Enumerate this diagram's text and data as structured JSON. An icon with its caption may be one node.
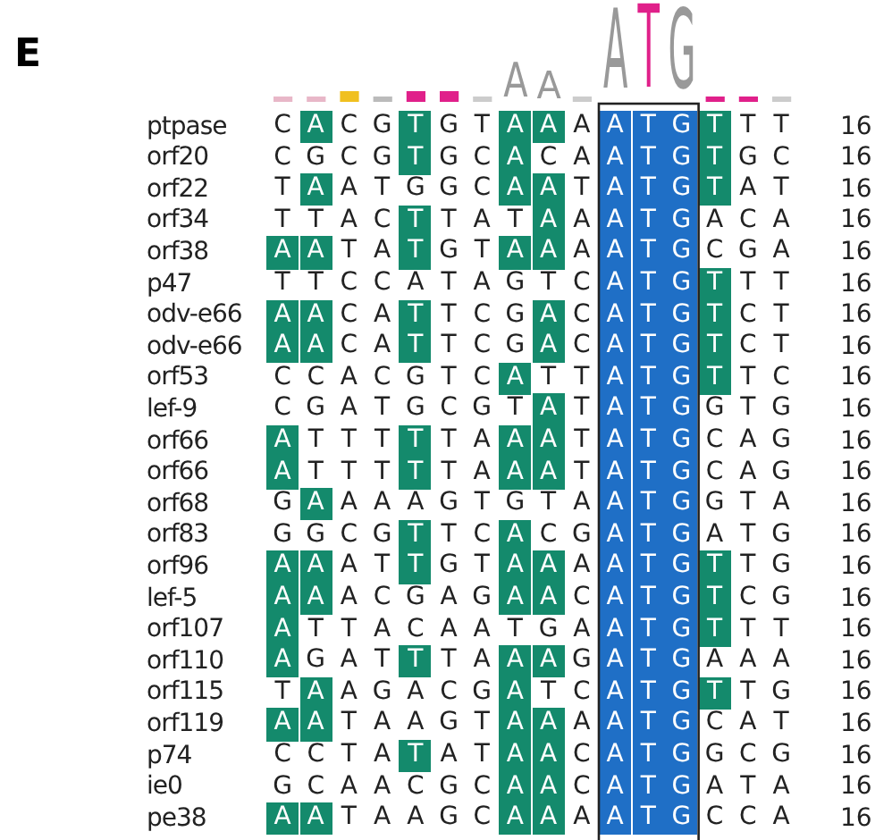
{
  "diagram": {
    "labels": [
      "E",
      "A",
      "A",
      "A",
      "T",
      "G",
      "ptpase",
      "C",
      "A",
      "C",
      "G",
      "T",
      "G",
      "T",
      "A",
      "A",
      "A",
      "A",
      "T",
      "G",
      "T",
      "T",
      "T",
      "16",
      "orf20",
      "C",
      "G",
      "C",
      "G",
      "T",
      "G",
      "C",
      "A",
      "C",
      "A",
      "A",
      "T",
      "G",
      "T",
      "G",
      "C",
      "16",
      "orf22",
      "T",
      "A",
      "A",
      "T",
      "G",
      "G",
      "C",
      "A",
      "A",
      "T",
      "A",
      "T",
      "G",
      "T",
      "A",
      "T",
      "16",
      "orf34",
      "T",
      "T",
      "A",
      "C",
      "T",
      "T",
      "A",
      "T",
      "A",
      "A",
      "A",
      "T",
      "G",
      "A",
      "C",
      "A",
      "16",
      "orf38",
      "A",
      "A",
      "T",
      "A",
      "T",
      "G",
      "T",
      "A",
      "A",
      "A",
      "A",
      "T",
      "G",
      "C",
      "G",
      "A",
      "16",
      "p47",
      "T",
      "T",
      "C",
      "C",
      "A",
      "T",
      "A",
      "G",
      "T",
      "C",
      "A",
      "T",
      "G",
      "T",
      "T",
      "T",
      "16",
      "odv-e66",
      "A",
      "A",
      "C",
      "A",
      "T",
      "T",
      "C",
      "G",
      "A",
      "C",
      "A",
      "T",
      "G",
      "T",
      "C",
      "T",
      "16",
      "odv-e66",
      "A",
      "A",
      "C",
      "A",
      "T",
      "T",
      "C",
      "G",
      "A",
      "C",
      "A",
      "T",
      "G",
      "T",
      "C",
      "T",
      "16",
      "orf53",
      "C",
      "C",
      "A",
      "C",
      "G",
      "T",
      "C",
      "A",
      "T",
      "T",
      "A",
      "T",
      "G",
      "T",
      "T",
      "C",
      "16",
      "lef-9",
      "C",
      "G",
      "A",
      "T",
      "G",
      "C",
      "G",
      "T",
      "A",
      "T",
      "A",
      "T",
      "G",
      "G",
      "T",
      "G",
      "16",
      "orf66",
      "A",
      "T",
      "T",
      "T",
      "T",
      "T",
      "A",
      "A",
      "A",
      "T",
      "A",
      "T",
      "G",
      "C",
      "A",
      "G",
      "16",
      "orf66",
      "A",
      "T",
      "T",
      "T",
      "T",
      "T",
      "A",
      "A",
      "A",
      "T",
      "A",
      "T",
      "G",
      "C",
      "A",
      "G",
      "16",
      "orf68",
      "G",
      "A",
      "A",
      "A",
      "A",
      "G",
      "T",
      "G",
      "T",
      "A",
      "A",
      "T",
      "G",
      "G",
      "T",
      "A",
      "16",
      "orf83",
      "G",
      "G",
      "C",
      "G",
      "T",
      "T",
      "C",
      "A",
      "C",
      "G",
      "A",
      "T",
      "G",
      "A",
      "T",
      "G",
      "16",
      "orf96",
      "A",
      "A",
      "A",
      "T",
      "T",
      "G",
      "T",
      "A",
      "A",
      "A",
      "A",
      "T",
      "G",
      "T",
      "T",
      "G",
      "16",
      "lef-5",
      "A",
      "A",
      "A",
      "C",
      "G",
      "A",
      "G",
      "A",
      "A",
      "C",
      "A",
      "T",
      "G",
      "T",
      "C",
      "G",
      "16",
      "orf107",
      "A",
      "T",
      "T",
      "A",
      "C",
      "A",
      "A",
      "T",
      "G",
      "A",
      "A",
      "T",
      "G",
      "T",
      "T",
      "T",
      "16",
      "orf110",
      "A",
      "G",
      "A",
      "T",
      "T",
      "T",
      "A",
      "A",
      "A",
      "G",
      "A",
      "T",
      "G",
      "A",
      "A",
      "A",
      "16",
      "orf115",
      "T",
      "A",
      "A",
      "G",
      "A",
      "C",
      "G",
      "A",
      "T",
      "C",
      "A",
      "T",
      "G",
      "T",
      "T",
      "G",
      "16",
      "orf119",
      "A",
      "A",
      "T",
      "A",
      "A",
      "G",
      "T",
      "A",
      "A",
      "A",
      "A",
      "T",
      "G",
      "C",
      "A",
      "T",
      "16",
      "p74",
      "C",
      "C",
      "T",
      "A",
      "T",
      "A",
      "T",
      "A",
      "A",
      "C",
      "A",
      "T",
      "G",
      "G",
      "C",
      "G",
      "16",
      "ie0",
      "G",
      "C",
      "A",
      "A",
      "C",
      "G",
      "C",
      "A",
      "A",
      "C",
      "A",
      "T",
      "G",
      "A",
      "T",
      "A",
      "16",
      "pe38",
      "A",
      "A",
      "T",
      "A",
      "A",
      "G",
      "C",
      "A",
      "A",
      "A",
      "A",
      "T",
      "G",
      "C",
      "C",
      "A",
      "16"
    ]
  }
}
